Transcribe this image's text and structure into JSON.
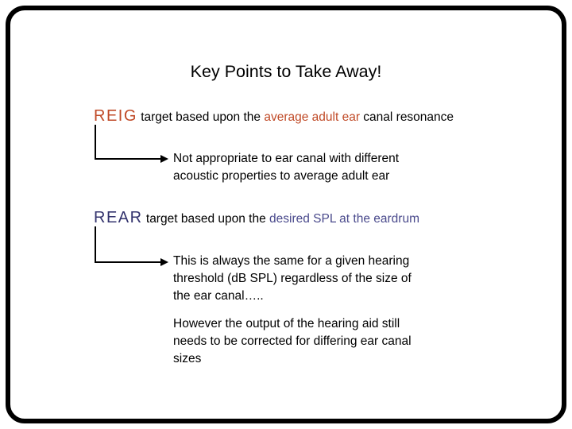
{
  "slide": {
    "title": "Key Points to Take Away!",
    "reig": {
      "term": "REIG",
      "before": " target based upon the ",
      "highlight": "average adult ear",
      "after": " canal resonance",
      "note_lines": [
        "Not appropriate to ear canal with different",
        "acoustic properties to average adult ear"
      ]
    },
    "rear": {
      "term": "REAR",
      "before": " target based upon the ",
      "highlight": "desired SPL at the eardrum",
      "note1_lines": [
        "This is always the same for a given hearing",
        "threshold (dB SPL) regardless of the size of",
        "the ear canal….."
      ],
      "note2_lines": [
        "However the output of the hearing aid still",
        "needs to be corrected for differing ear canal",
        "sizes"
      ]
    },
    "colors": {
      "background": "#ffffff",
      "frame_border": "#000000",
      "body_text": "#000000",
      "reig_accent": "#c04a27",
      "rear_term": "#34346e",
      "rear_accent": "#4a4a8c",
      "connector": "#000000"
    }
  }
}
